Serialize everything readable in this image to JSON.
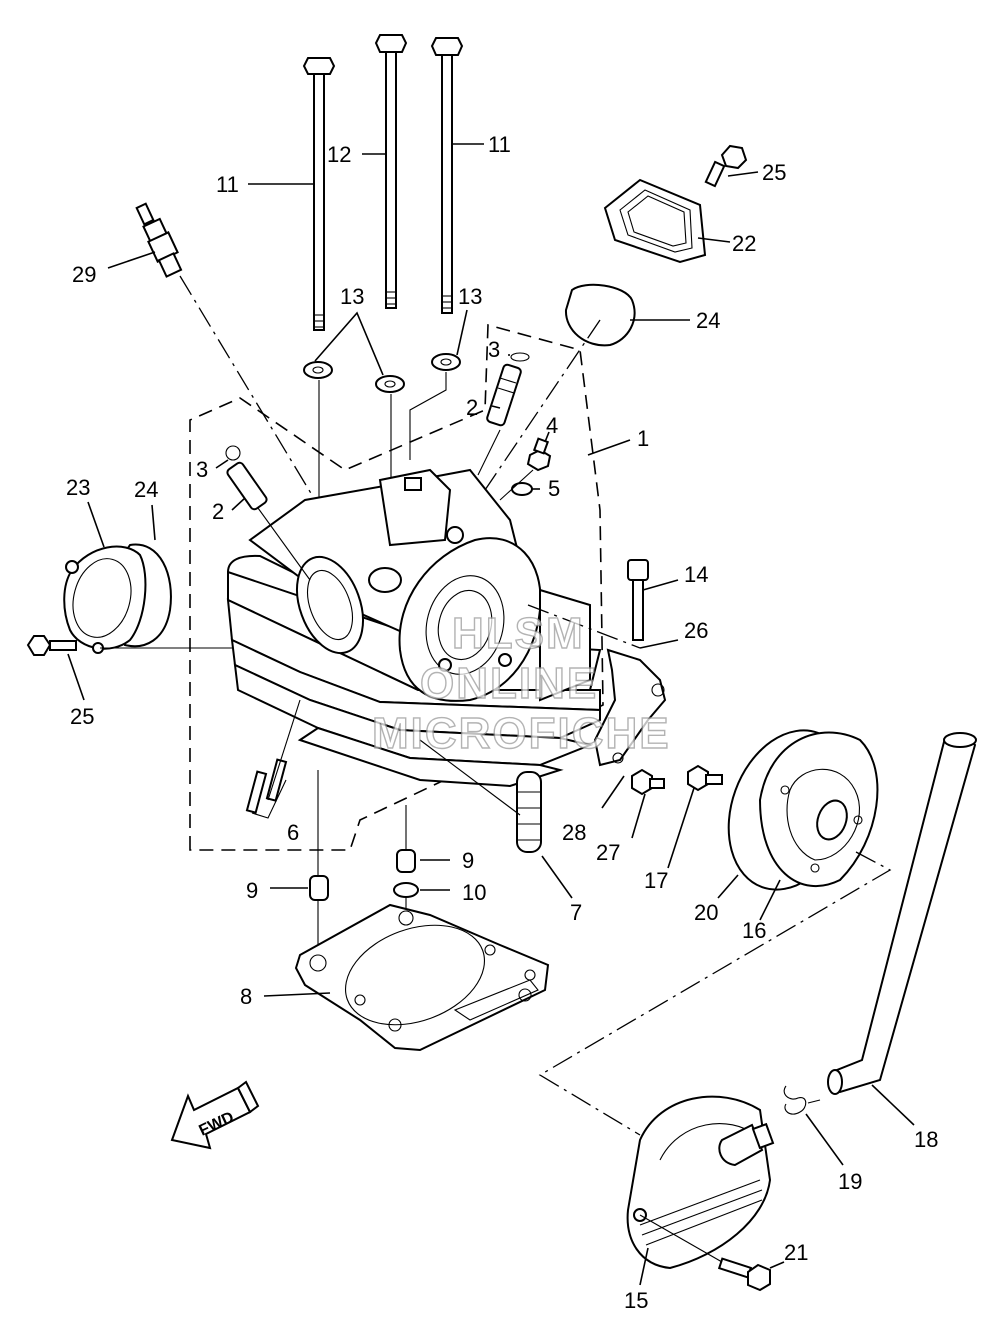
{
  "diagram": {
    "callouts": [
      {
        "id": "1",
        "text": "1"
      },
      {
        "id": "2a",
        "text": "2"
      },
      {
        "id": "2b",
        "text": "2"
      },
      {
        "id": "3a",
        "text": "3"
      },
      {
        "id": "3b",
        "text": "3"
      },
      {
        "id": "4",
        "text": "4"
      },
      {
        "id": "5",
        "text": "5"
      },
      {
        "id": "6",
        "text": "6"
      },
      {
        "id": "7",
        "text": "7"
      },
      {
        "id": "8",
        "text": "8"
      },
      {
        "id": "9a",
        "text": "9"
      },
      {
        "id": "9b",
        "text": "9"
      },
      {
        "id": "10",
        "text": "10"
      },
      {
        "id": "11a",
        "text": "11"
      },
      {
        "id": "11b",
        "text": "11"
      },
      {
        "id": "12",
        "text": "12"
      },
      {
        "id": "13a",
        "text": "13"
      },
      {
        "id": "13b",
        "text": "13"
      },
      {
        "id": "14",
        "text": "14"
      },
      {
        "id": "15",
        "text": "15"
      },
      {
        "id": "16",
        "text": "16"
      },
      {
        "id": "17",
        "text": "17"
      },
      {
        "id": "18",
        "text": "18"
      },
      {
        "id": "19",
        "text": "19"
      },
      {
        "id": "20",
        "text": "20"
      },
      {
        "id": "21",
        "text": "21"
      },
      {
        "id": "22",
        "text": "22"
      },
      {
        "id": "23",
        "text": "23"
      },
      {
        "id": "24a",
        "text": "24"
      },
      {
        "id": "24b",
        "text": "24"
      },
      {
        "id": "25a",
        "text": "25"
      },
      {
        "id": "25b",
        "text": "25"
      },
      {
        "id": "26",
        "text": "26"
      },
      {
        "id": "27",
        "text": "27"
      },
      {
        "id": "28",
        "text": "28"
      },
      {
        "id": "29",
        "text": "29"
      }
    ],
    "direction_arrow": "FWD",
    "watermark": [
      "HLSM",
      "ONLINE",
      "MICROFICHE"
    ]
  }
}
